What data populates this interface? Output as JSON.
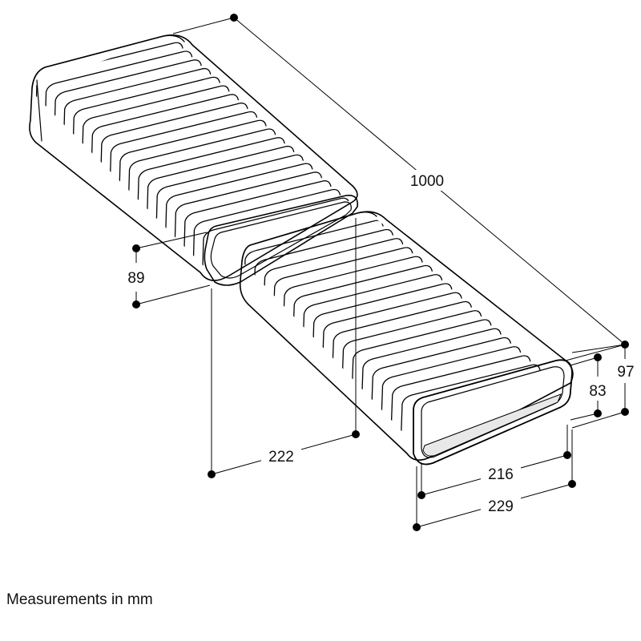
{
  "dimensions": {
    "length": "1000",
    "inner_height_left": "89",
    "width_left": "222",
    "inner_height_right": "83",
    "outer_height_right": "97",
    "inner_width_right": "216",
    "outer_width_right": "229"
  },
  "caption": "Measurements in mm",
  "colors": {
    "line": "#000000",
    "fill": "#ffffff",
    "inner_shade": "#e9e9e9",
    "dot": "#000000"
  }
}
